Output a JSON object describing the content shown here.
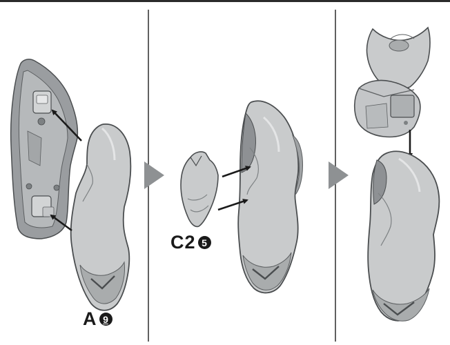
{
  "step1": {
    "part_label": {
      "prefix": "A",
      "number": "9"
    }
  },
  "step2": {
    "part_label": {
      "prefix": "C2",
      "number": "5"
    }
  },
  "step3": {},
  "colors": {
    "part_fill": "#c9cbcc",
    "part_shade": "#a9acad",
    "part_dark": "#7d8183",
    "outline": "#4a4d4f",
    "arrow": "#1a1a1a",
    "divider": "#2b2b2b",
    "step_triangle": "#8e9193"
  },
  "icons": {
    "step_transition": "right-triangle-icon",
    "assembly_arrow": "arrow-icon"
  }
}
